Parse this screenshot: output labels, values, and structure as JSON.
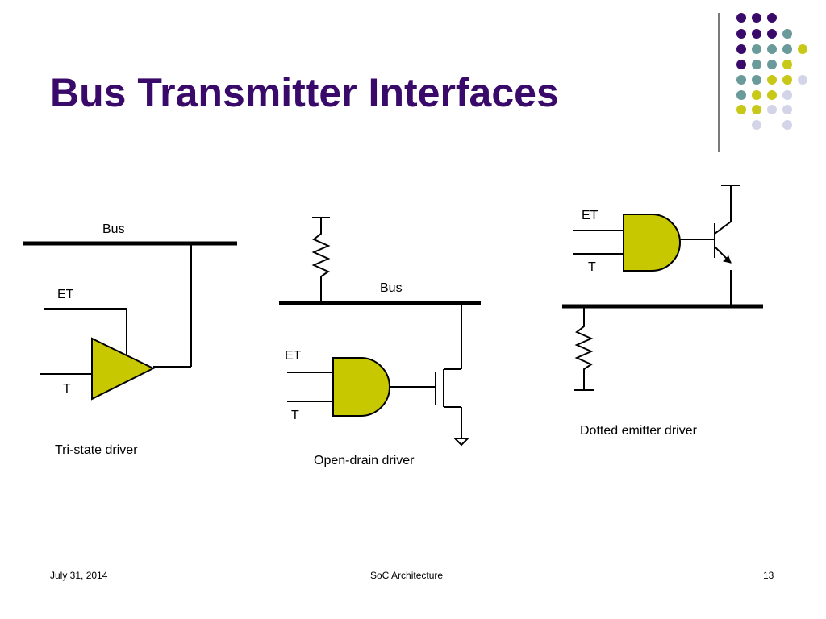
{
  "slide": {
    "title": "Bus Transmitter Interfaces",
    "colors": {
      "title": "#3a0a6b",
      "gate_fill": "#c8c800",
      "dot_purple": "#3a0a6b",
      "dot_teal": "#6a9a9a",
      "dot_yellow": "#c8c818",
      "dot_lilac": "#d4d4e8"
    }
  },
  "tristate": {
    "bus_label": "Bus",
    "et_label": "ET",
    "t_label": "T",
    "caption": "Tri-state driver"
  },
  "opendrain": {
    "bus_label": "Bus",
    "et_label": "ET",
    "t_label": "T",
    "caption": "Open-drain driver"
  },
  "emitter": {
    "et_label": "ET",
    "t_label": "T",
    "caption": "Dotted emitter driver"
  },
  "footer": {
    "date": "July 31, 2014",
    "course": "SoC Architecture",
    "page": "13"
  }
}
